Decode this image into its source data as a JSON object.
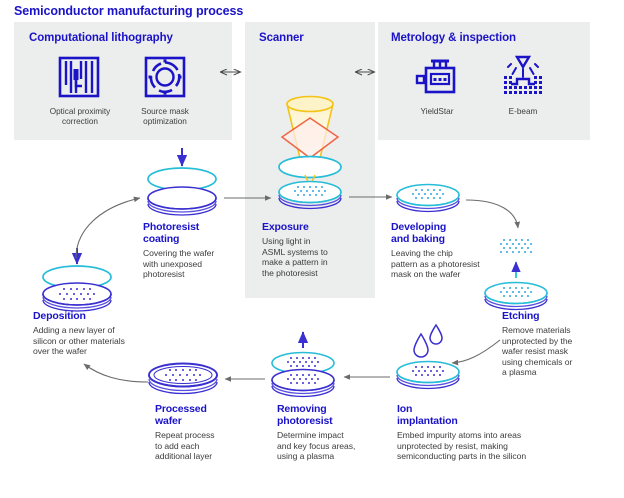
{
  "page_title": "Semiconductor manufacturing process",
  "colors": {
    "brand_blue": "#1a13c8",
    "text_gray": "#3d3d3d",
    "panel_gray": "#eceded",
    "cyan": "#27bdd8",
    "violet": "#3a2fd0",
    "yellow": "#f4c316",
    "orange": "#ef6644",
    "arrow_gray": "#6b6b6b"
  },
  "panels": [
    {
      "id": "computational-lithography",
      "title": "Computational lithography",
      "icons": [
        {
          "name": "optical-proximity-correction-icon",
          "caption": "Optical proximity\ncorrection",
          "caption_line1": "Optical proximity",
          "caption_line2": "correction"
        },
        {
          "name": "source-mask-optimization-icon",
          "caption": "Source mask\noptimization",
          "caption_line1": "Source mask",
          "caption_line2": "optimization"
        }
      ]
    },
    {
      "id": "scanner",
      "title": "Scanner",
      "icons": []
    },
    {
      "id": "metrology-inspection",
      "title": "Metrology & inspection",
      "icons": [
        {
          "name": "yieldstar-icon",
          "caption": "YieldStar",
          "caption_line1": "YieldStar",
          "caption_line2": ""
        },
        {
          "name": "e-beam-icon",
          "caption": "E-beam",
          "caption_line1": "E-beam",
          "caption_line2": ""
        }
      ]
    }
  ],
  "steps": [
    {
      "id": "photoresist-coating",
      "title_line1": "Photoresist",
      "title_line2": "coating",
      "body": "Covering the wafer with unexposed photoresist",
      "body_lines": [
        "Covering the wafer",
        "with unexposed",
        "photoresist"
      ]
    },
    {
      "id": "exposure",
      "title_line1": "Exposure",
      "title_line2": "",
      "body": "Using light in ASML systems to make a pattern in the photoresist",
      "body_lines": [
        "Using light in",
        "ASML systems to",
        "make a pattern in",
        "the photoresist"
      ]
    },
    {
      "id": "developing-and-baking",
      "title_line1": "Developing",
      "title_line2": "and baking",
      "body": "Leaving the chip pattern as a photoresist mask on the wafer",
      "body_lines": [
        "Leaving the chip",
        "pattern as a photoresist",
        "mask on the wafer"
      ]
    },
    {
      "id": "etching",
      "title_line1": "Etching",
      "title_line2": "",
      "body": "Remove materials unprotected by the wafer resist mask using chemicals or a plasma",
      "body_lines": [
        "Remove materials",
        "unprotected by the",
        "wafer resist mask",
        "using chemicals or",
        "a plasma"
      ]
    },
    {
      "id": "ion-implantation",
      "title_line1": "Ion",
      "title_line2": "implantation",
      "body": "Embed impurity atoms into areas unprotected by resist, making semiconducting parts in the silicon",
      "body_lines": [
        "Embed impurity atoms into areas",
        "unprotected by resist, making",
        "semiconducting parts in the silicon"
      ]
    },
    {
      "id": "removing-photoresist",
      "title_line1": "Removing",
      "title_line2": "photoresist",
      "body": "Determine impact and key focus areas, using a plasma",
      "body_lines": [
        "Determine impact",
        "and key focus areas,",
        "using a plasma"
      ]
    },
    {
      "id": "processed-wafer",
      "title_line1": "Processed",
      "title_line2": "wafer",
      "body": "Repeat process to add each additional layer",
      "body_lines": [
        "Repeat process",
        "to add each",
        "additional layer"
      ]
    },
    {
      "id": "deposition",
      "title_line1": "Deposition",
      "title_line2": "",
      "body": "Adding a new layer of silicon or other materials over the wafer",
      "body_lines": [
        "Adding a new layer of",
        "silicon or other materials",
        "over the wafer"
      ]
    }
  ]
}
